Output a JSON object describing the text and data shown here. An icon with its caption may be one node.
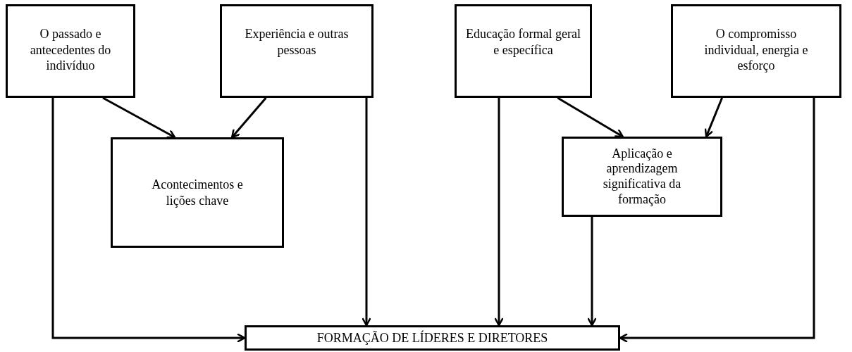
{
  "diagram": {
    "nodes": [
      {
        "text": [
          "O passado e antecedentes do indivíduo"
        ]
      },
      {
        "text": [
          "Experiência e outras pessoas"
        ]
      },
      {
        "text": [
          "Educação formal geral e específica"
        ]
      },
      {
        "text": [
          "O compromisso individual, energia e esforço"
        ]
      },
      {
        "text": [
          "Acontecimentos e lições chave"
        ]
      },
      {
        "text": [
          "Aplicação e aprendizagem significativa da formação"
        ]
      },
      {
        "text": [
          "FORMAÇÃO DE LÍDERES E DIRETORES"
        ]
      }
    ],
    "edges": [
      {
        "from": 0,
        "to": 4,
        "arrow": "to"
      },
      {
        "from": 1,
        "to": 4,
        "arrow": "to"
      },
      {
        "from": 0,
        "to": 6,
        "arrow": "to"
      },
      {
        "from": 1,
        "to": 6,
        "arrow": "to"
      },
      {
        "from": 2,
        "to": 6,
        "arrow": "to"
      },
      {
        "from": 2,
        "to": 5,
        "arrow": "to"
      },
      {
        "from": 3,
        "to": 5,
        "arrow": "to"
      },
      {
        "from": 5,
        "to": 6,
        "arrow": "to"
      },
      {
        "from": 3,
        "to": 6,
        "arrow": "to"
      }
    ]
  }
}
